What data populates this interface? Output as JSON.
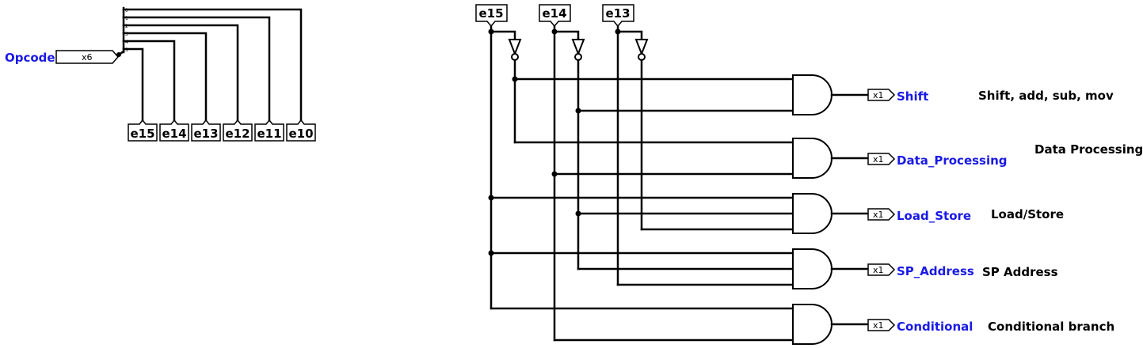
{
  "splitter": {
    "input_label": "Opcode",
    "input_width": "x6",
    "bit_indices": [
      "0",
      "1",
      "2",
      "3",
      "4",
      "5"
    ],
    "outputs": [
      "e15",
      "e14",
      "e13",
      "e12",
      "e11",
      "e10"
    ]
  },
  "decoder": {
    "input_tunnels": [
      "e15",
      "e14",
      "e13"
    ],
    "outputs": [
      {
        "pin": "Shift",
        "width": "x1",
        "comment": "Shift, add, sub, mov"
      },
      {
        "pin": "Data_Processing",
        "width": "x1",
        "comment": "Data Processing"
      },
      {
        "pin": "Load_Store",
        "width": "x1",
        "comment": "Load/Store"
      },
      {
        "pin": "SP_Address",
        "width": "x1",
        "comment": "SP Address"
      },
      {
        "pin": "Conditional",
        "width": "x1",
        "comment": "Conditional branch"
      }
    ]
  }
}
